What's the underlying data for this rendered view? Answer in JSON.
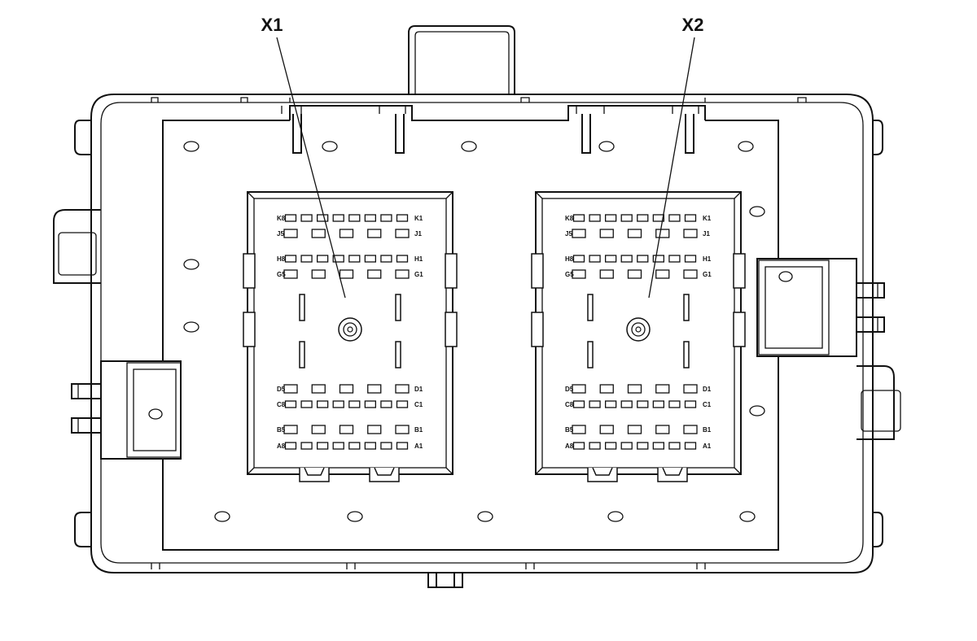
{
  "callouts": {
    "x1": "X1",
    "x2": "X2"
  },
  "connectors": [
    {
      "id": "X1",
      "rows": [
        {
          "left": "K8",
          "right": "K1",
          "pins": 8
        },
        {
          "left": "J5",
          "right": "J1",
          "pins": 5
        },
        {
          "left": "H8",
          "right": "H1",
          "pins": 8
        },
        {
          "left": "G5",
          "right": "G1",
          "pins": 5
        },
        {
          "left": "D5",
          "right": "D1",
          "pins": 5
        },
        {
          "left": "C8",
          "right": "C1",
          "pins": 8
        },
        {
          "left": "B5",
          "right": "B1",
          "pins": 5
        },
        {
          "left": "A8",
          "right": "A1",
          "pins": 8
        }
      ]
    },
    {
      "id": "X2",
      "rows": [
        {
          "left": "K8",
          "right": "K1",
          "pins": 8
        },
        {
          "left": "J5",
          "right": "J1",
          "pins": 5
        },
        {
          "left": "H8",
          "right": "H1",
          "pins": 8
        },
        {
          "left": "G5",
          "right": "G1",
          "pins": 5
        },
        {
          "left": "D5",
          "right": "D1",
          "pins": 5
        },
        {
          "left": "C8",
          "right": "C1",
          "pins": 8
        },
        {
          "left": "B5",
          "right": "B1",
          "pins": 5
        },
        {
          "left": "A8",
          "right": "A1",
          "pins": 8
        }
      ]
    }
  ],
  "colors": {
    "line": "#111111",
    "background": "#ffffff"
  }
}
